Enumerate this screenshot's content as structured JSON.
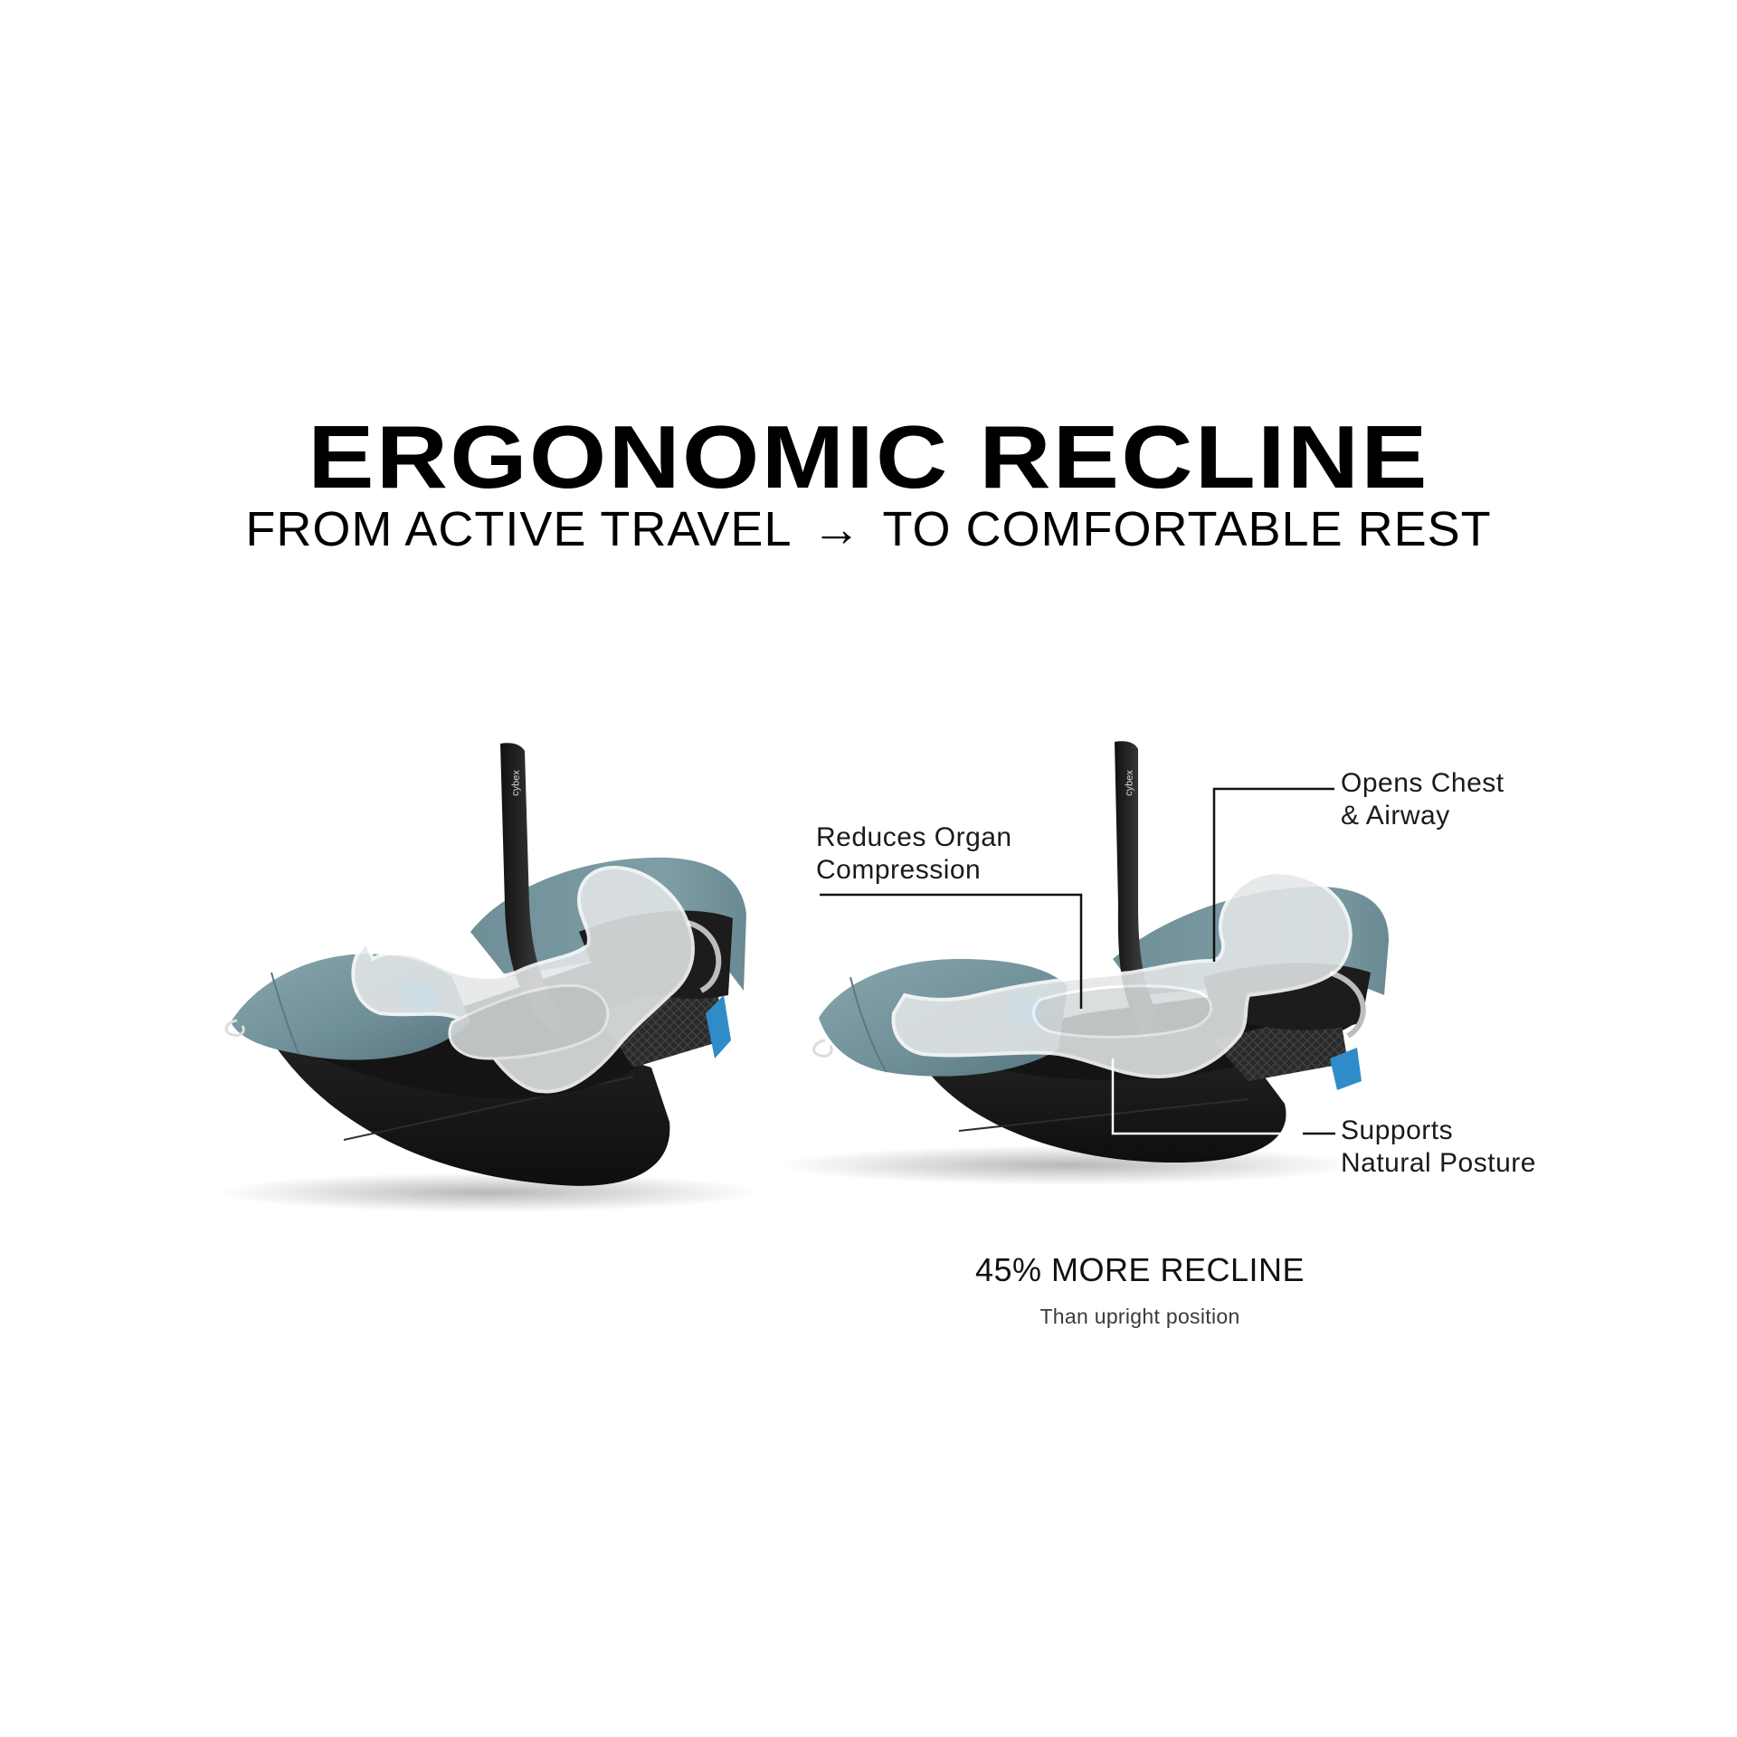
{
  "header": {
    "title": "ERGONOMIC RECLINE",
    "subtitle_left": "FROM ACTIVE TRAVEL",
    "subtitle_arrow": "→",
    "subtitle_right": "TO COMFORTABLE REST"
  },
  "products": [
    {
      "position": "upright",
      "brand_logo": "cybex",
      "icon": "infant-car-seat-upright-icon"
    },
    {
      "position": "reclined",
      "brand_logo": "cybex",
      "icon": "infant-car-seat-reclined-icon"
    }
  ],
  "callouts": {
    "organ": {
      "line1": "Reduces Organ",
      "line2": "Compression"
    },
    "chest": {
      "line1": "Opens Chest",
      "line2": "& Airway"
    },
    "posture": {
      "line1": "Supports",
      "line2": "Natural Posture"
    }
  },
  "stat": {
    "value": "45% MORE RECLINE",
    "caption": "Than upright position"
  },
  "colors": {
    "shell_teal": "#6f8f98",
    "shell_teal_light": "#88a6ae",
    "base_black": "#161616",
    "accent_blue": "#3a9ad6",
    "silhouette": "#e6e9ea",
    "text": "#000000"
  }
}
